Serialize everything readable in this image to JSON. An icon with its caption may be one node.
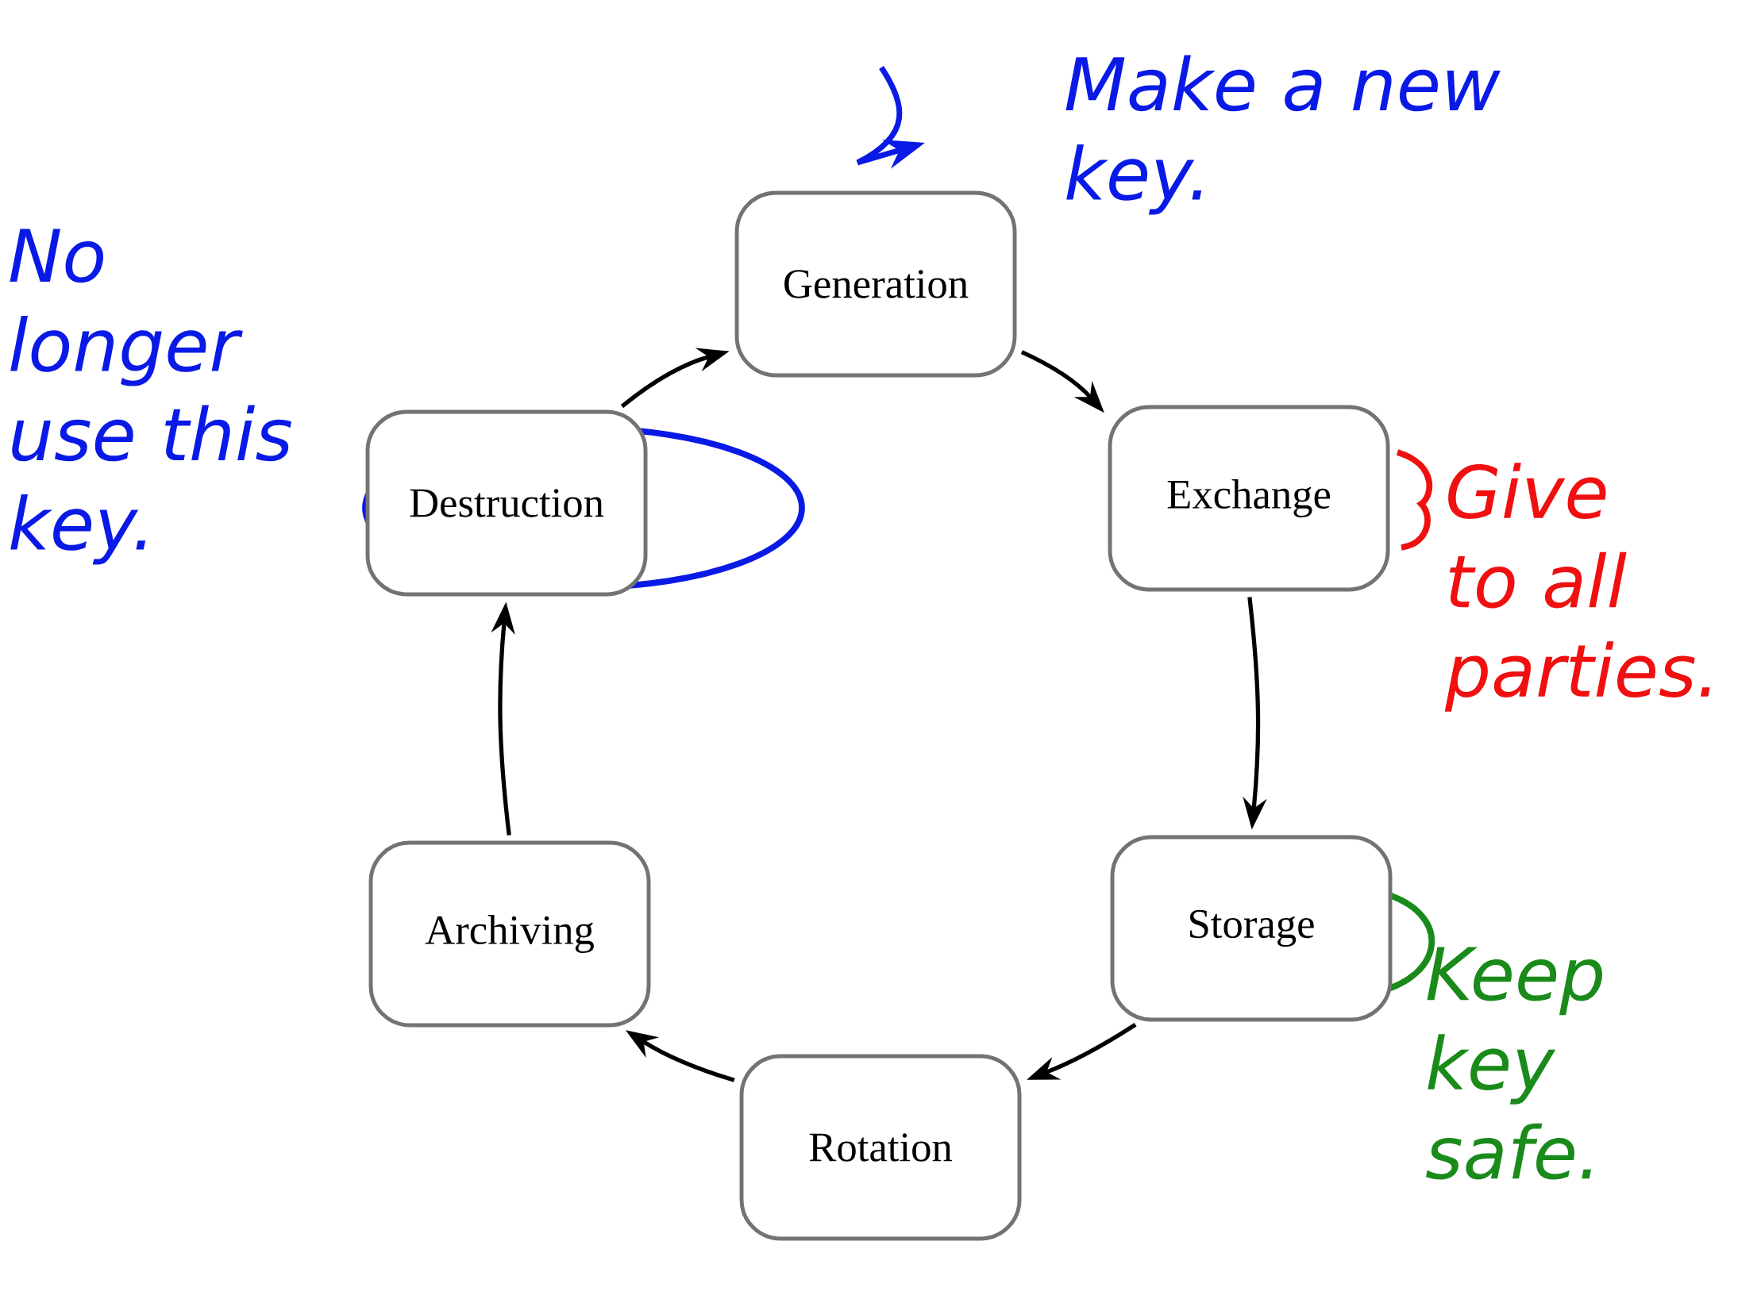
{
  "diagram": {
    "nodes": [
      {
        "text": [
          "Generation"
        ],
        "beside": [
          "Make a new key."
        ]
      },
      {
        "text": [
          "Exchange"
        ],
        "beside": [
          "Give to all parties."
        ]
      },
      {
        "text": [
          "Storage"
        ],
        "beside": [
          "Keep key safe."
        ]
      },
      {
        "text": [
          "Rotation"
        ]
      },
      {
        "text": [
          "Archiving"
        ]
      },
      {
        "text": [
          "Destruction"
        ],
        "beside": [
          "No longer use this key."
        ]
      }
    ],
    "edges": [
      {
        "from": 0,
        "to": 1,
        "arrow": "to"
      },
      {
        "from": 1,
        "to": 2,
        "arrow": "to"
      },
      {
        "from": 2,
        "to": 3,
        "arrow": "to"
      },
      {
        "from": 3,
        "to": 4,
        "arrow": "to"
      },
      {
        "from": 4,
        "to": 5,
        "arrow": "to"
      },
      {
        "from": 5,
        "to": 0,
        "arrow": "to"
      }
    ]
  }
}
